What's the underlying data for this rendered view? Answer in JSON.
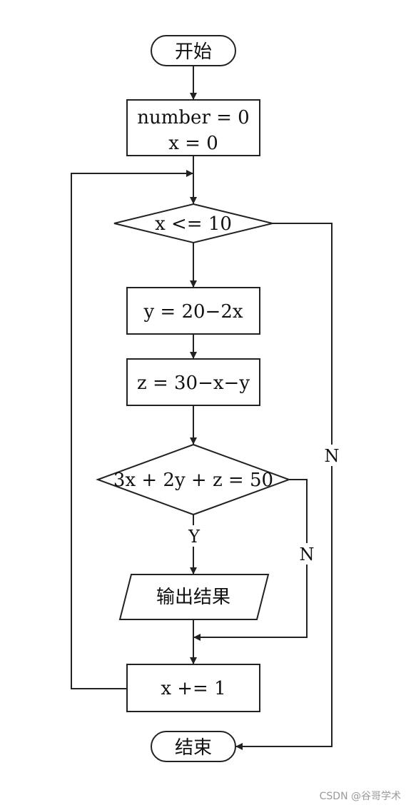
{
  "flowchart": {
    "start": "开始",
    "init": [
      "number = 0",
      "x = 0"
    ],
    "loop_condition": "x <= 10",
    "step_y": "y = 20−2x",
    "step_z": "z = 30−x−y",
    "check_condition": "3x + 2y + z = 50",
    "yes_label": "Y",
    "no_label_inner": "N",
    "no_label_outer": "N",
    "output": "输出结果",
    "increment": "x += 1",
    "end": "结束"
  },
  "watermark": "CSDN @谷哥学术",
  "colors": {
    "stroke": "#222222",
    "text": "#111111",
    "watermark": "#9a9a9a",
    "background": "#ffffff"
  }
}
